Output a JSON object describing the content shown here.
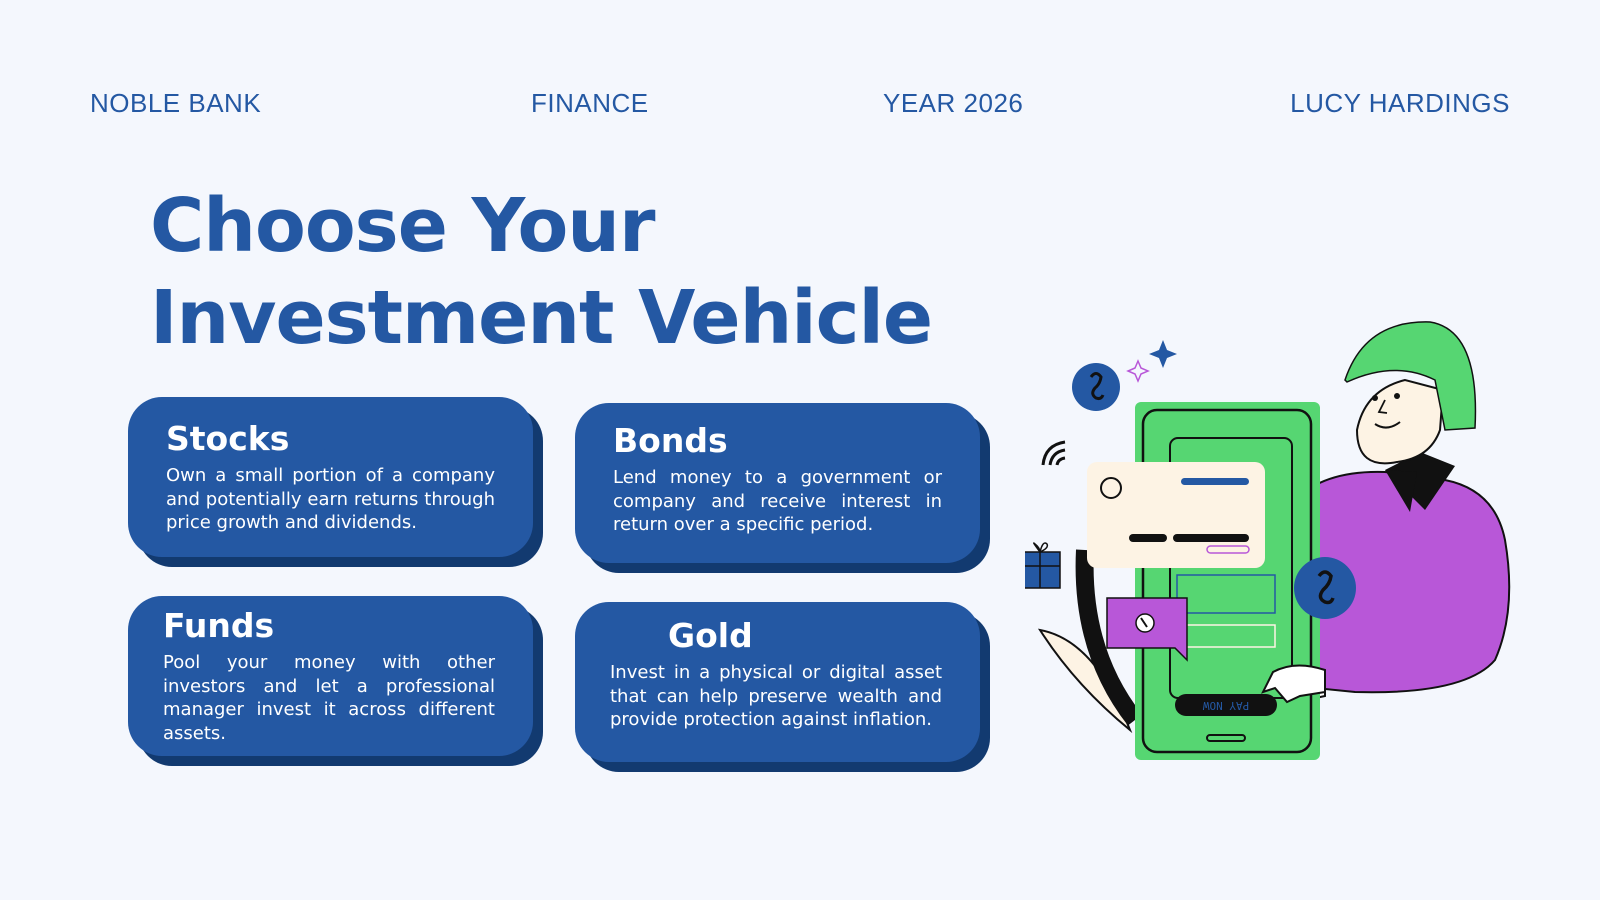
{
  "header": {
    "brand": "NOBLE BANK",
    "topic": "FINANCE",
    "year": "YEAR 2026",
    "author": "LUCY HARDINGS"
  },
  "title": {
    "line1": "Choose Your",
    "line2": "Investment Vehicle"
  },
  "cards": [
    {
      "title": "Stocks",
      "body": "Own a small portion of a company and potentially earn returns through price growth and dividends."
    },
    {
      "title": "Bonds",
      "body": "Lend money to a government or company and receive interest in return over a specific period."
    },
    {
      "title": "Funds",
      "body": "Pool your money with other investors and let a professional manager invest it across different assets."
    },
    {
      "title": "Gold",
      "body": "Invest in a physical or digital asset that can help preserve wealth and provide protection against inflation."
    }
  ],
  "illustration": {
    "button_label": "PAY NOW",
    "icons": [
      "dollar-coin-icon",
      "sparkle-icon",
      "wifi-icon",
      "gift-icon",
      "chat-bubble-icon",
      "phone-icon"
    ]
  },
  "colors": {
    "background": "#f4f7fd",
    "primary": "#2458a3",
    "card_shadow": "#123a70",
    "phone_green": "#56d672",
    "shirt_purple": "#b857d8",
    "card_cream": "#fdf3e4"
  }
}
